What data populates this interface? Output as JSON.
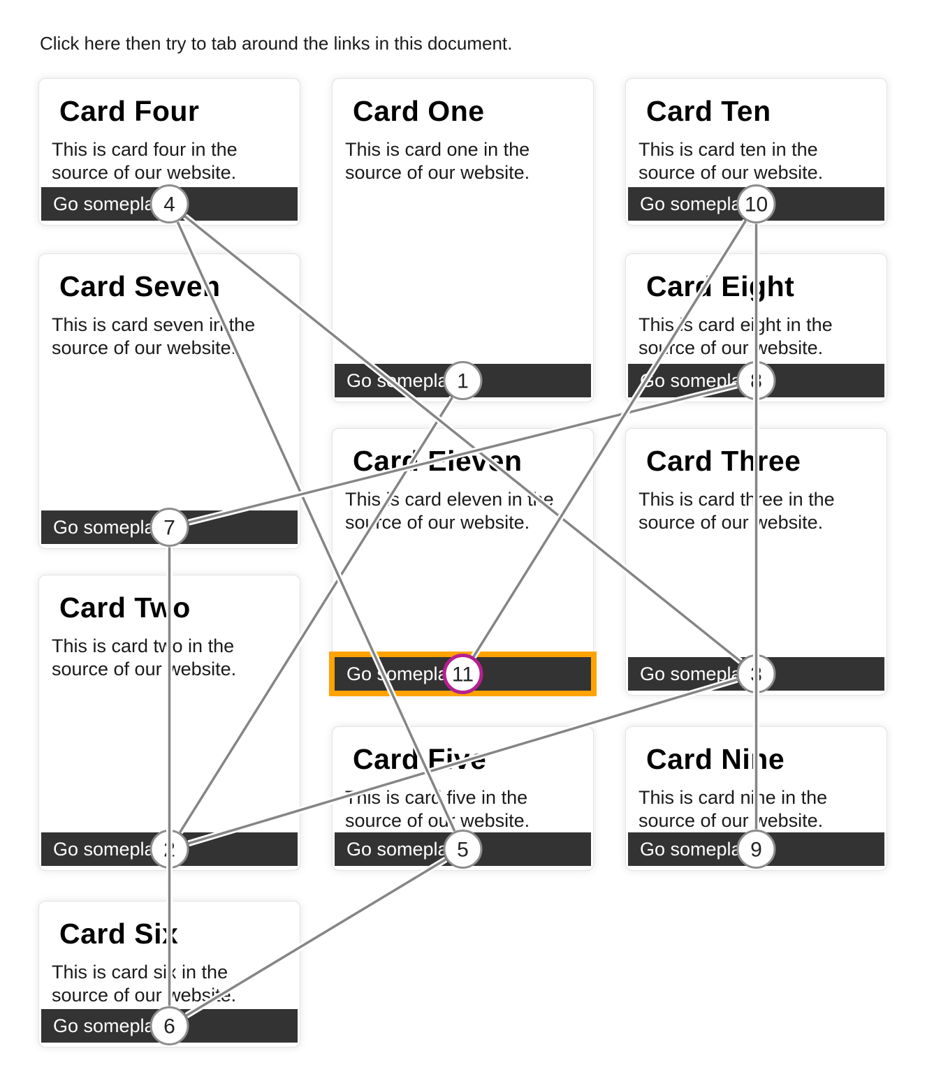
{
  "page": {
    "instruction": "Click here then try to tab around the links in this document."
  },
  "cards": [
    {
      "name": "card-four",
      "title": "Card Four",
      "body": "This is card four in the source of our website.",
      "link_label": "Go someplace",
      "tab_number": 4,
      "focused": false
    },
    {
      "name": "card-seven",
      "title": "Card Seven",
      "body": "This is card seven in the source of our website.",
      "link_label": "Go someplace",
      "tab_number": 7,
      "focused": false
    },
    {
      "name": "card-two",
      "title": "Card Two",
      "body": "This is card two in the source of our website.",
      "link_label": "Go someplace",
      "tab_number": 2,
      "focused": false
    },
    {
      "name": "card-six",
      "title": "Card Six",
      "body": "This is card six in the source of our website.",
      "link_label": "Go someplace",
      "tab_number": 6,
      "focused": false
    },
    {
      "name": "card-one",
      "title": "Card One",
      "body": "This is card one in the source of our website.",
      "link_label": "Go someplace",
      "tab_number": 1,
      "focused": false
    },
    {
      "name": "card-eleven",
      "title": "Card Eleven",
      "body": "This is card eleven in the source of our website.",
      "link_label": "Go someplace",
      "tab_number": 11,
      "focused": true
    },
    {
      "name": "card-five",
      "title": "Card Five",
      "body": "This is card five in the source of our website.",
      "link_label": "Go someplace",
      "tab_number": 5,
      "focused": false
    },
    {
      "name": "card-ten",
      "title": "Card Ten",
      "body": "This is card ten in the source of our website.",
      "link_label": "Go someplace",
      "tab_number": 10,
      "focused": false
    },
    {
      "name": "card-eight",
      "title": "Card Eight",
      "body": "This is card eight in the source of our website.",
      "link_label": "Go someplace",
      "tab_number": 8,
      "focused": false
    },
    {
      "name": "card-three",
      "title": "Card Three",
      "body": "This is card three in the source of our website.",
      "link_label": "Go someplace",
      "tab_number": 3,
      "focused": false
    },
    {
      "name": "card-nine",
      "title": "Card Nine",
      "body": "This is card nine in the source of our website.",
      "link_label": "Go someplace",
      "tab_number": 9,
      "focused": false
    }
  ],
  "overlay": {
    "tab_sequence": [
      1,
      2,
      3,
      4,
      5,
      6,
      7,
      8,
      9,
      10,
      11
    ],
    "colors": {
      "line": "#858585",
      "line_casing": "#ffffff",
      "circle_fill": "#ffffff",
      "circle_border": "#8d8d8d",
      "focused_circle_border": "#b5208f",
      "focus_ring": "#ffa202",
      "number_text": "#222222",
      "button_bg": "#333333",
      "button_text": "#ffffff"
    }
  }
}
